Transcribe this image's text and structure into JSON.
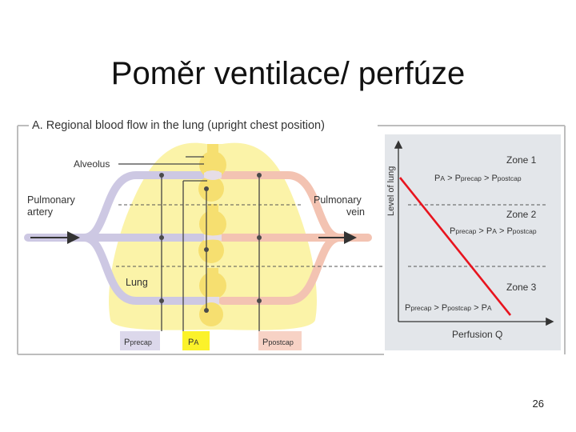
{
  "slide": {
    "title": "Poměr ventilace/ perfúze",
    "page_number": "26"
  },
  "figure": {
    "caption": "A. Regional blood flow in the lung (upright chest position)",
    "labels": {
      "alveolus": "Alveolus",
      "pulmonary_artery_line1": "Pulmonary",
      "pulmonary_artery_line2": "artery",
      "pulmonary_vein_line1": "Pulmonary",
      "pulmonary_vein_line2": "vein",
      "lung": "Lung"
    },
    "pressure_boxes": {
      "precap": {
        "main": "P",
        "sub": "precap"
      },
      "alveolar": {
        "main": "P",
        "sub": "A"
      },
      "postcap": {
        "main": "P",
        "sub": "postcap"
      }
    },
    "colors": {
      "lung_fill": "#fbf3a8",
      "alveolus_fill": "#f6df70",
      "artery": "#cdc8e3",
      "vein": "#f3c3b2",
      "chart_panel": "#e3e6ea",
      "zone_line": "#e8141e"
    }
  },
  "zones_chart": {
    "y_axis_label": "Level of lung",
    "x_axis_label": "Perfusion Q",
    "zones": [
      {
        "name": "Zone 1",
        "relation": [
          {
            "main": "P",
            "sub": "A"
          },
          {
            "op": " > "
          },
          {
            "main": "P",
            "sub": "precap"
          },
          {
            "op": " > "
          },
          {
            "main": "P",
            "sub": "postcap"
          }
        ]
      },
      {
        "name": "Zone 2",
        "relation": [
          {
            "main": "P",
            "sub": "precap"
          },
          {
            "op": " > "
          },
          {
            "main": "P",
            "sub": "A"
          },
          {
            "op": " > "
          },
          {
            "main": "P",
            "sub": "postcap"
          }
        ]
      },
      {
        "name": "Zone 3",
        "relation": [
          {
            "main": "P",
            "sub": "precap"
          },
          {
            "op": " > "
          },
          {
            "main": "P",
            "sub": "postcap"
          },
          {
            "op": " > "
          },
          {
            "main": "P",
            "sub": "A"
          }
        ]
      }
    ]
  }
}
